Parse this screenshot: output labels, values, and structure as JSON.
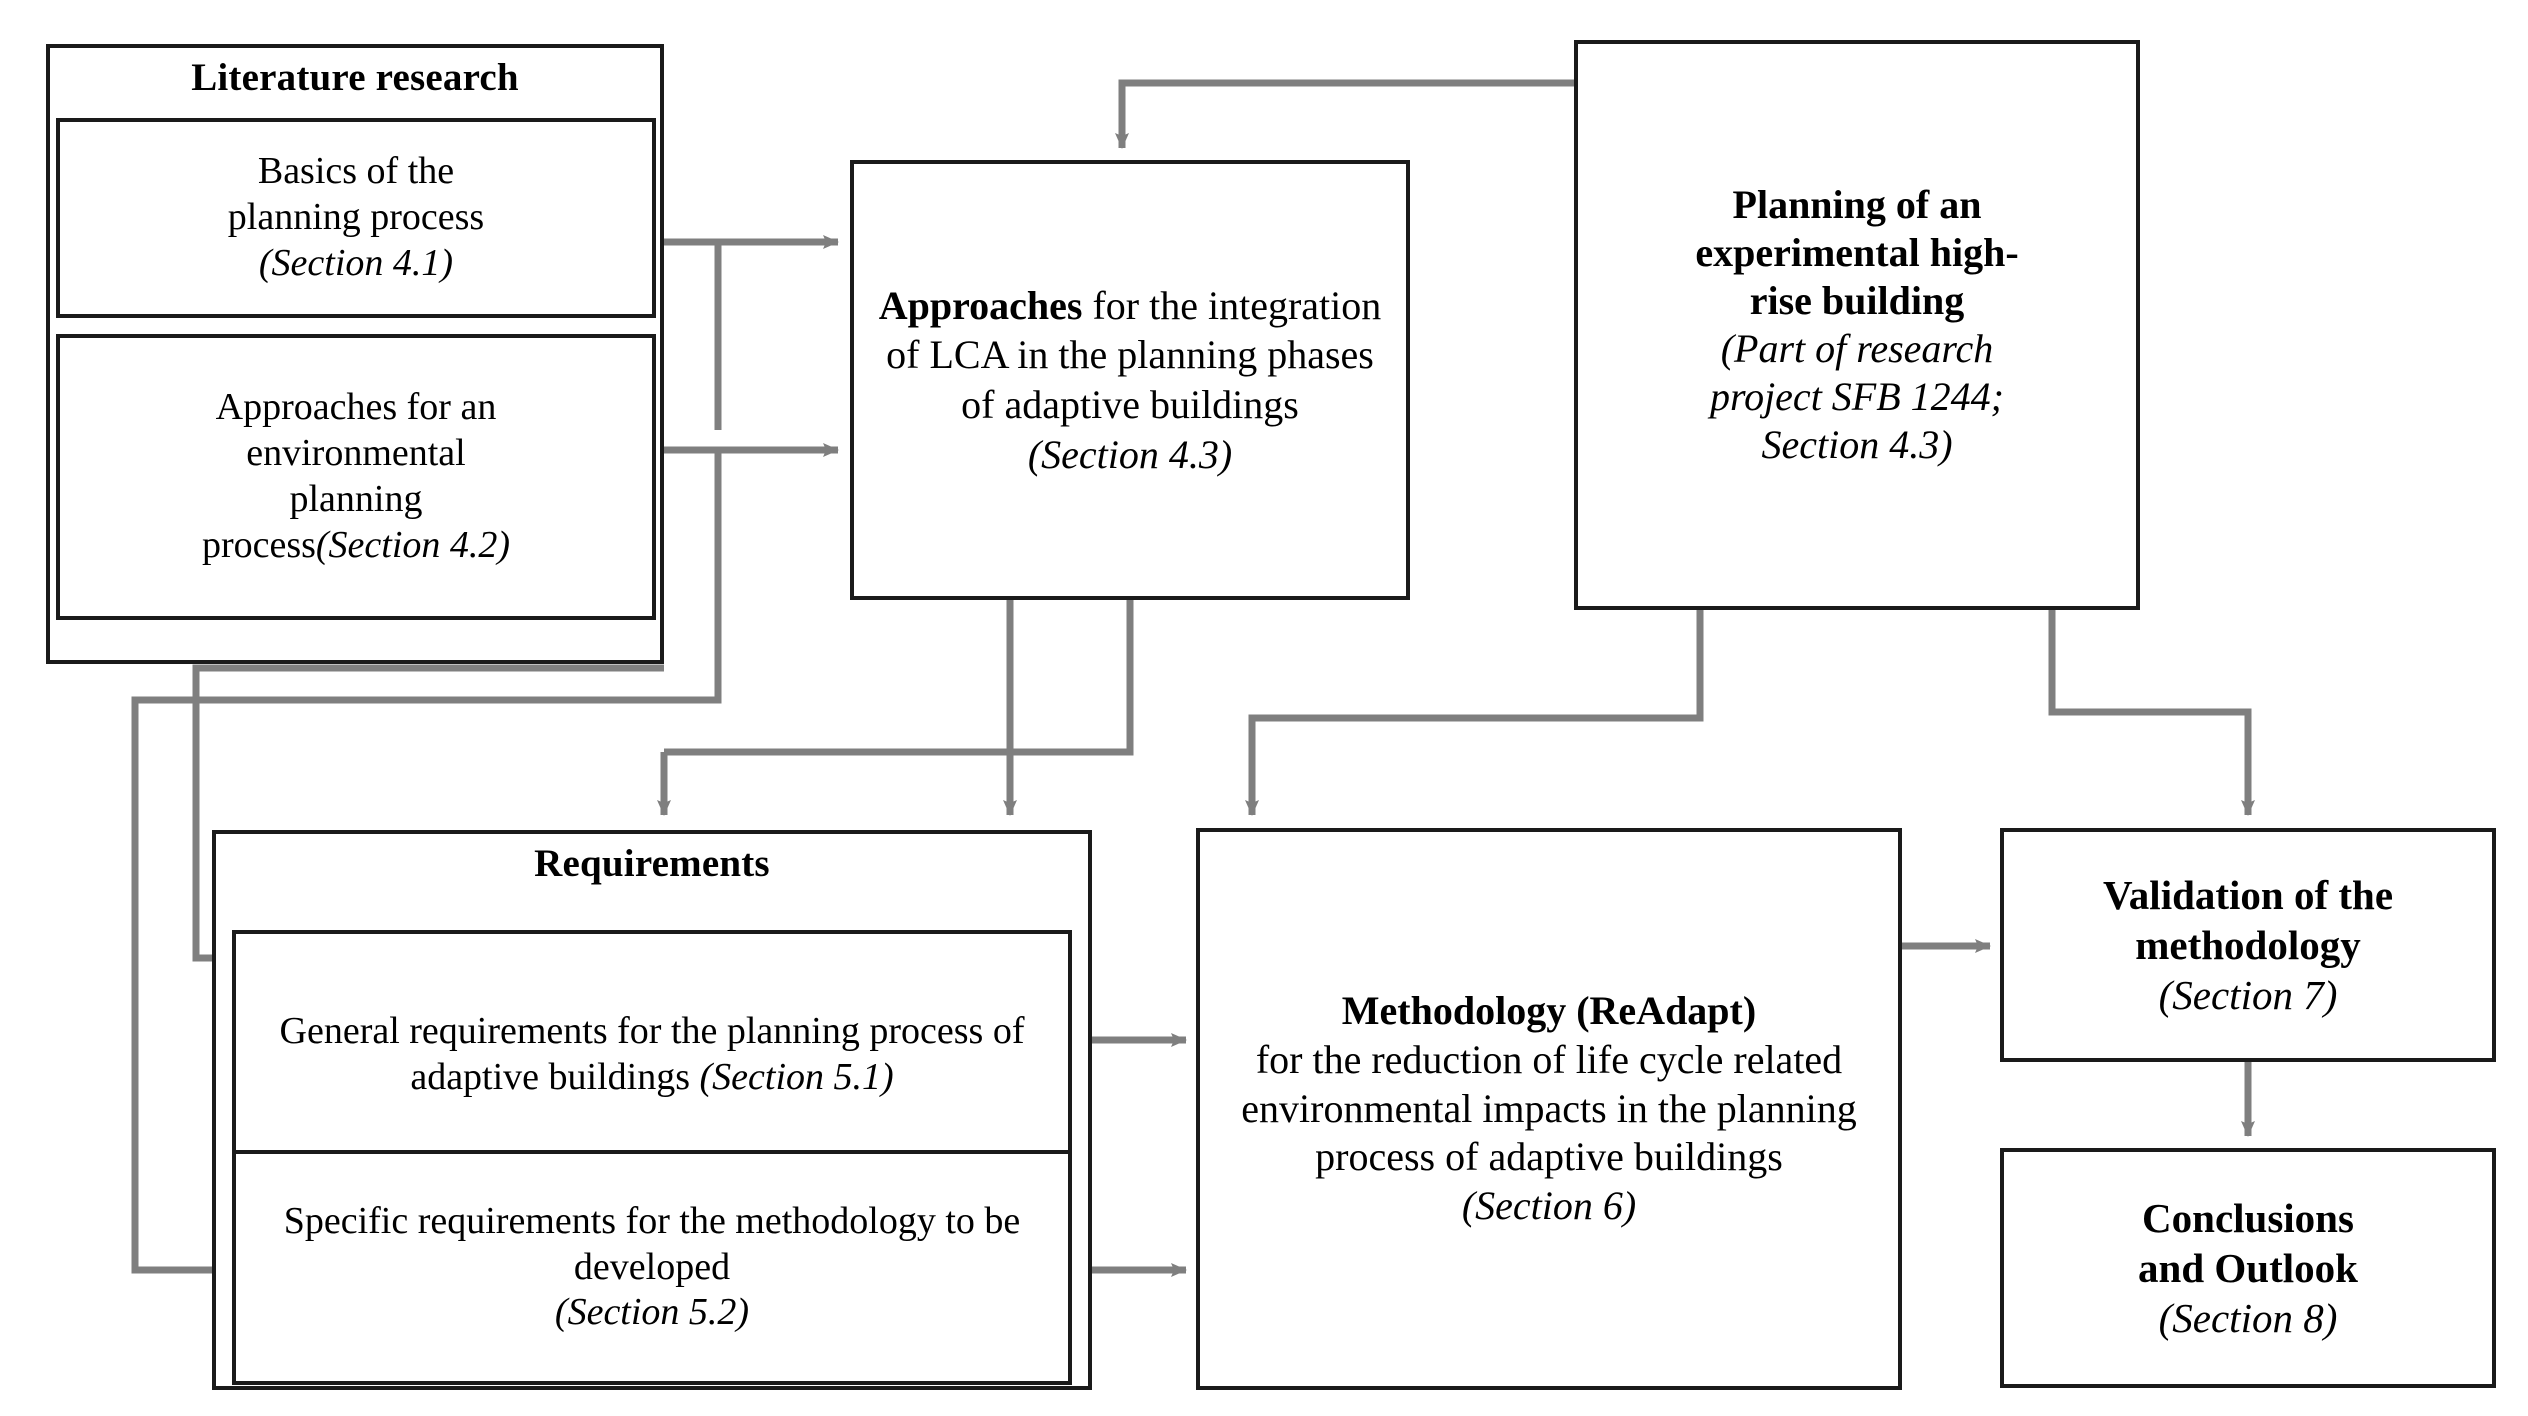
{
  "diagram": {
    "title": "Research methodology flowchart",
    "colors": {
      "box_border": "#1a1a1a",
      "connector": "#7f7f7f",
      "background": "#ffffff",
      "text": "#000000"
    },
    "nodes": {
      "literature_research": {
        "title": "Literature research",
        "children": {
          "basics": {
            "line1": "Basics of the",
            "line2": "planning process",
            "section": "(Section 4.1)"
          },
          "environmental": {
            "line1": "Approaches for an",
            "line2": "environmental",
            "line3": "planning",
            "line4": "process",
            "section": "(Section 4.2)"
          }
        }
      },
      "approaches": {
        "bold_lead": "Approaches",
        "body": " for the integration of LCA in the planning phases of adaptive buildings",
        "section": "(Section 4.3)"
      },
      "planning": {
        "title_line1": "Planning of an",
        "title_line2": "experimental high-",
        "title_line3": "rise building",
        "note_line1": "(Part of research",
        "note_line2": "project SFB 1244;",
        "note_line3": "Section 4.3)"
      },
      "requirements": {
        "title": "Requirements",
        "children": {
          "general": {
            "body": "General requirements for the planning process of adaptive buildings ",
            "section": "(Section 5.1)"
          },
          "specific": {
            "body": "Specific requirements for the methodology to be developed",
            "section": "(Section 5.2)"
          }
        }
      },
      "methodology": {
        "bold_lead": "Methodology (ReAdapt)",
        "body": "for the reduction of life cycle related environmental impacts in the planning process of adaptive buildings",
        "section": "(Section 6)"
      },
      "validation": {
        "title_line1": "Validation of the",
        "title_line2": "methodology",
        "section": "(Section 7)"
      },
      "conclusions": {
        "title_line1": "Conclusions",
        "title_line2": "and Outlook",
        "section": "(Section 8)"
      }
    },
    "connectors": [
      {
        "id": "basics-to-approaches",
        "from": "basics",
        "to": "approaches",
        "kind": "arrow"
      },
      {
        "id": "environmental-to-approaches",
        "from": "environmental",
        "to": "approaches",
        "kind": "arrow"
      },
      {
        "id": "planning-to-approaches",
        "from": "planning",
        "to": "approaches",
        "kind": "arrow"
      },
      {
        "id": "basics-to-general-requirements",
        "from": "basics",
        "to": "general",
        "kind": "arrow"
      },
      {
        "id": "environmental-to-specific-requirements",
        "from": "environmental",
        "to": "specific",
        "kind": "arrow"
      },
      {
        "id": "literature-to-requirements",
        "from": "literature_research",
        "to": "requirements",
        "kind": "arrow"
      },
      {
        "id": "approaches-to-requirements",
        "from": "approaches",
        "to": "requirements",
        "kind": "arrow"
      },
      {
        "id": "approaches-to-methodology",
        "from": "approaches",
        "to": "methodology",
        "kind": "arrow"
      },
      {
        "id": "planning-to-methodology",
        "from": "planning",
        "to": "methodology",
        "kind": "arrow"
      },
      {
        "id": "planning-to-validation",
        "from": "planning",
        "to": "validation",
        "kind": "arrow"
      },
      {
        "id": "general-requirements-to-methodology",
        "from": "general",
        "to": "methodology",
        "kind": "arrow"
      },
      {
        "id": "specific-requirements-to-methodology",
        "from": "specific",
        "to": "methodology",
        "kind": "arrow"
      },
      {
        "id": "methodology-to-validation",
        "from": "methodology",
        "to": "validation",
        "kind": "arrow"
      },
      {
        "id": "validation-to-conclusions",
        "from": "validation",
        "to": "conclusions",
        "kind": "arrow"
      }
    ]
  }
}
